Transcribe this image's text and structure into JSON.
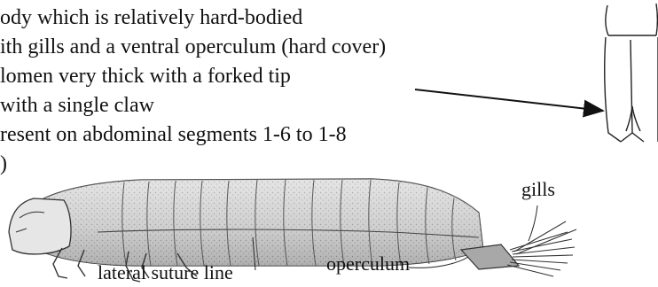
{
  "description_lines": [
    "ody which is relatively hard-bodied",
    "ith gills and a ventral operculum (hard cover)",
    "lomen very thick with a forked tip",
    "with a single claw",
    "resent on abdominal segments 1-6 to 1-8",
    ")"
  ],
  "labels": {
    "gills": "gills",
    "operculum": "operculum",
    "lateral_suture_line": "lateral suture line"
  },
  "colors": {
    "ink": "#111111",
    "body_shade": "#cfcfcf",
    "body_dark": "#8a8a8a"
  }
}
